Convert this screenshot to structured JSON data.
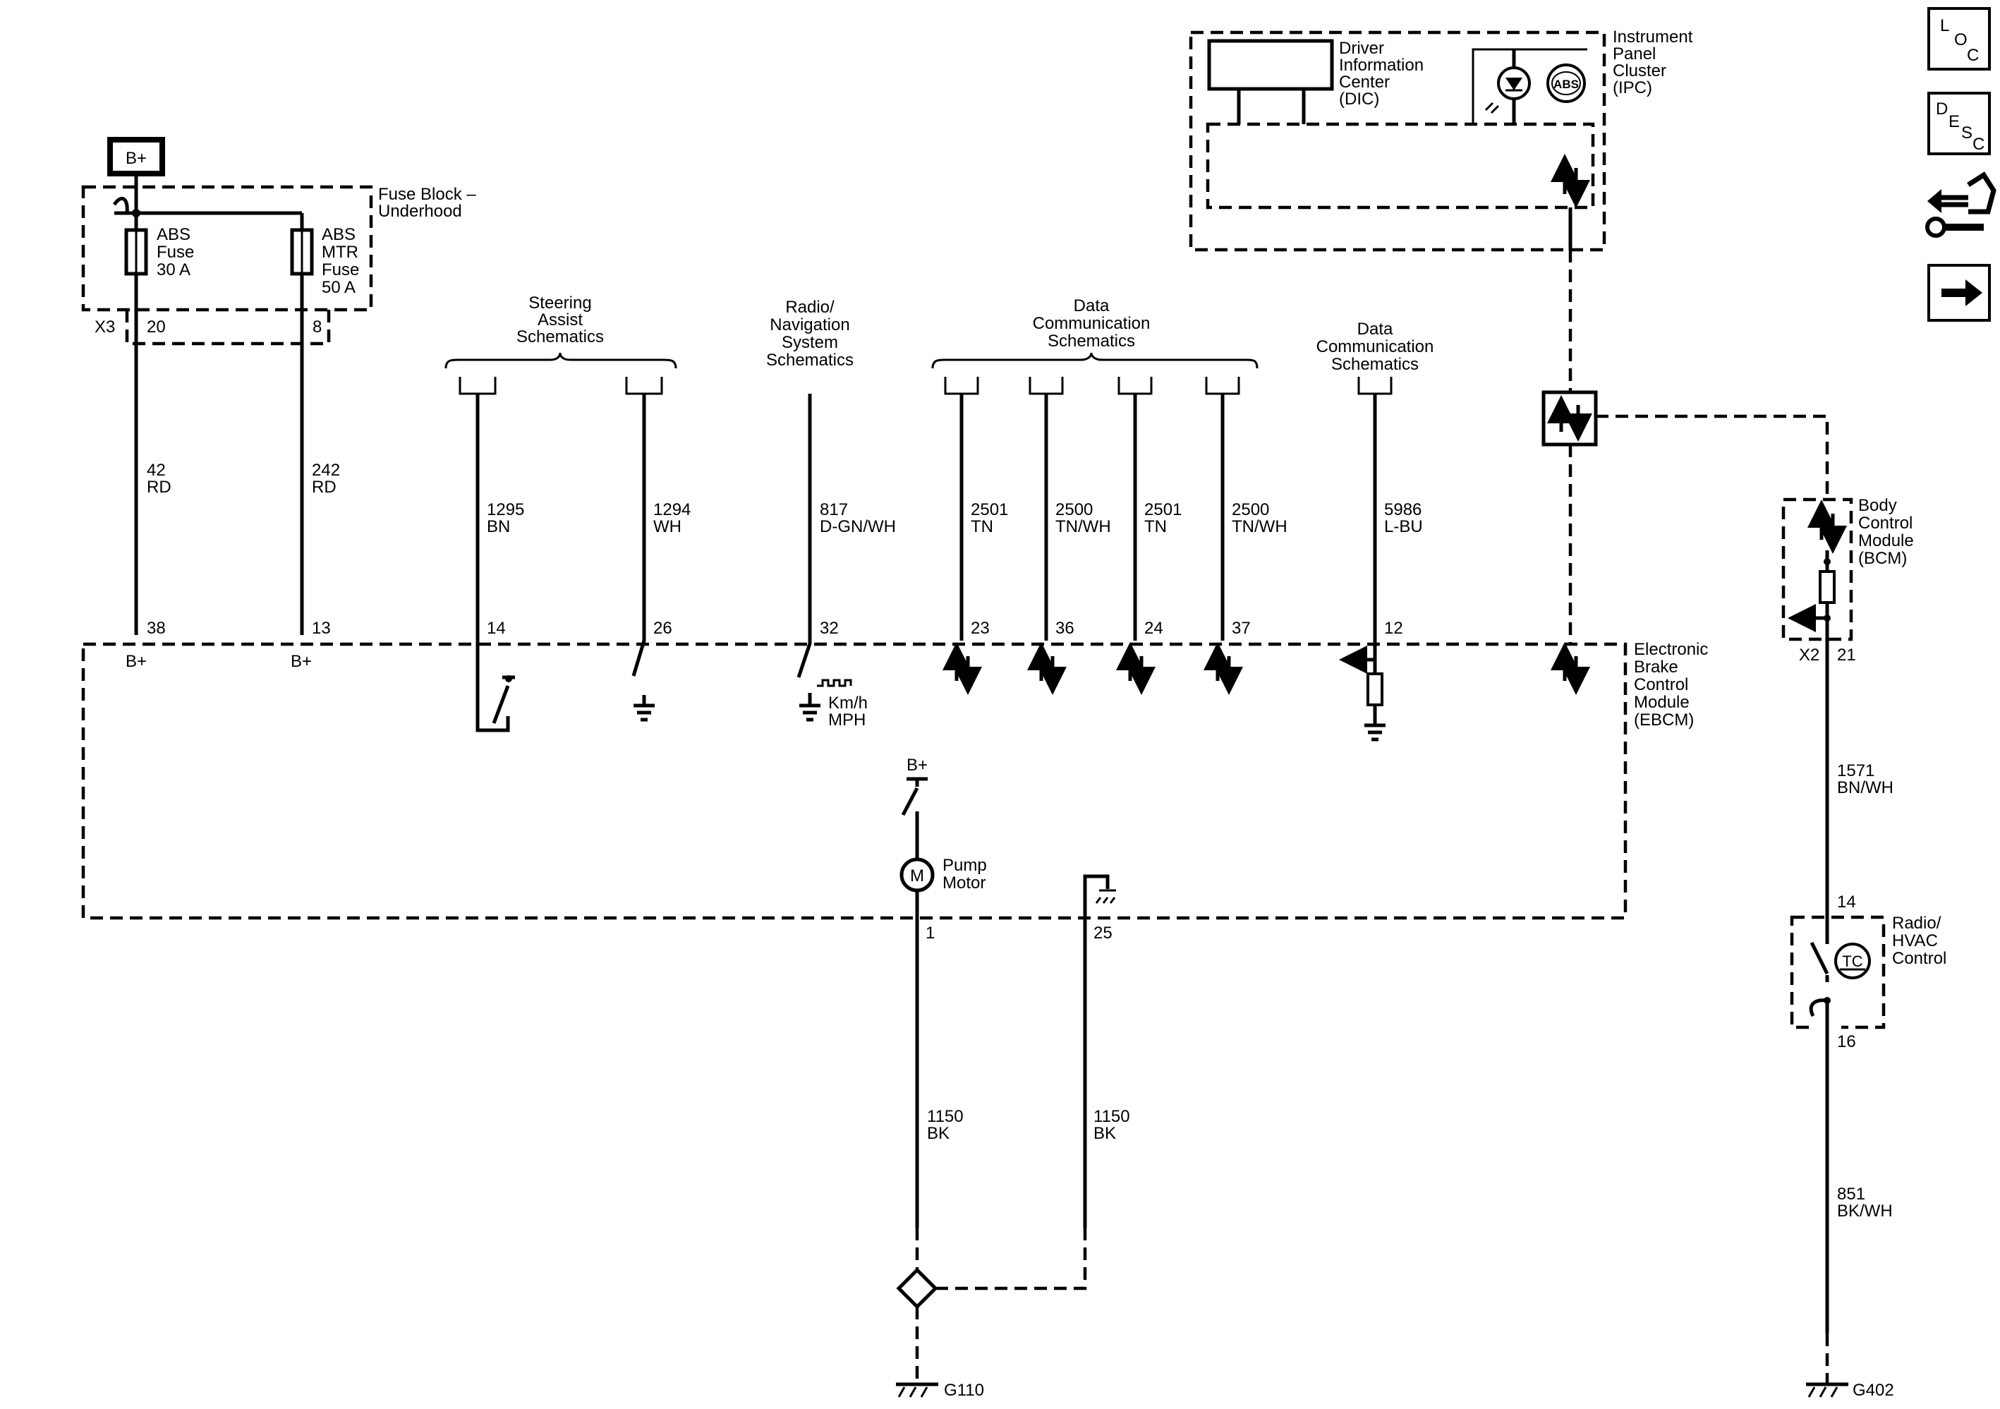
{
  "bplus_box": "B+",
  "fuse_block": {
    "label": [
      "Fuse Block –",
      "Underhood"
    ],
    "fuse1": [
      "ABS",
      "Fuse",
      "30 A"
    ],
    "fuse2": [
      "ABS",
      "MTR",
      "Fuse",
      "50 A"
    ],
    "connector": "X3",
    "pins": [
      "20",
      "8"
    ]
  },
  "groups": {
    "steering": [
      "Steering",
      "Assist",
      "Schematics"
    ],
    "radio": [
      "Radio/",
      "Navigation",
      "System",
      "Schematics"
    ],
    "datacomm1": [
      "Data",
      "Communication",
      "Schematics"
    ],
    "datacomm2": [
      "Data",
      "Communication",
      "Schematics"
    ]
  },
  "wires": [
    {
      "id": "42",
      "color": "RD",
      "pin": "38",
      "term": "B+"
    },
    {
      "id": "242",
      "color": "RD",
      "pin": "13",
      "term": "B+"
    },
    {
      "id": "1295",
      "color": "BN",
      "pin": "14"
    },
    {
      "id": "1294",
      "color": "WH",
      "pin": "26"
    },
    {
      "id": "817",
      "color": "D-GN/WH",
      "pin": "32"
    },
    {
      "id": "2501",
      "color": "TN",
      "pin": "23"
    },
    {
      "id": "2500",
      "color": "TN/WH",
      "pin": "36"
    },
    {
      "id": "2501",
      "color": "TN",
      "pin": "24"
    },
    {
      "id": "2500",
      "color": "TN/WH",
      "pin": "37"
    },
    {
      "id": "5986",
      "color": "L-BU",
      "pin": "12"
    }
  ],
  "ipc": {
    "label": [
      "Instrument",
      "Panel",
      "Cluster",
      "(IPC)"
    ],
    "dic": [
      "Driver",
      "Information",
      "Center",
      "(DIC)"
    ],
    "abs_lamp": "ABS"
  },
  "ebcm": {
    "label": [
      "Electronic",
      "Brake",
      "Control",
      "Module",
      "(EBCM)"
    ],
    "speed": [
      "Km/h",
      "MPH"
    ],
    "pump_bplus": "B+",
    "motor_symbol": "M",
    "pump": [
      "Pump",
      "Motor"
    ],
    "pins_bottom": [
      "1",
      "25"
    ]
  },
  "ground_wires": [
    {
      "id": "1150",
      "color": "BK"
    },
    {
      "id": "1150",
      "color": "BK"
    }
  ],
  "grounds": [
    "G110",
    "G402"
  ],
  "bcm": {
    "label": [
      "Body",
      "Control",
      "Module",
      "(BCM)"
    ],
    "connector": "X2",
    "pin": "21"
  },
  "bcm_wire": {
    "id": "1571",
    "color": "BN/WH"
  },
  "radio_hvac": {
    "label": [
      "Radio/",
      "HVAC",
      "Control"
    ],
    "pin_top": "14",
    "pin_bottom": "16",
    "tc_symbol": "TC"
  },
  "hvac_wire": {
    "id": "851",
    "color": "BK/WH"
  },
  "nav": {
    "loc": [
      "L",
      "O",
      "C"
    ],
    "desc": [
      "D",
      "E",
      "S",
      "C"
    ]
  }
}
